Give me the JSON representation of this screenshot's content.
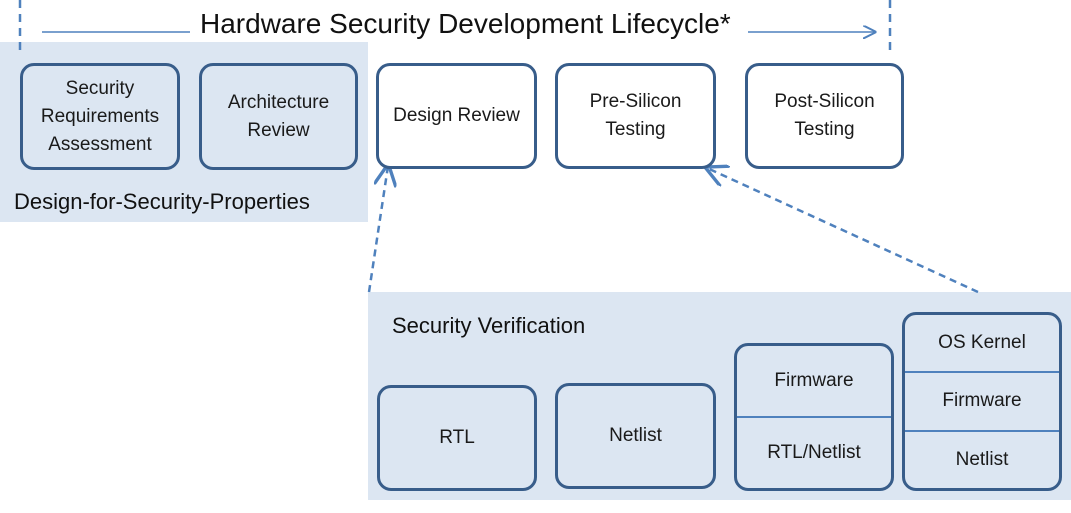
{
  "title": "Hardware Security Development Lifecycle*",
  "group_labels": {
    "design_for_security": "Design-for-Security-Properties",
    "security_verification": "Security Verification"
  },
  "phases": [
    {
      "label": "Security Requirements Assessment"
    },
    {
      "label": "Architecture Review"
    },
    {
      "label": "Design Review"
    },
    {
      "label": "Pre-Silicon Testing"
    },
    {
      "label": "Post-Silicon Testing"
    }
  ],
  "verification_blocks": [
    {
      "layers": [
        "RTL"
      ]
    },
    {
      "layers": [
        "Netlist"
      ]
    },
    {
      "layers": [
        "Firmware",
        "RTL/Netlist"
      ]
    },
    {
      "layers": [
        "OS Kernel",
        "Firmware",
        "Netlist"
      ]
    }
  ],
  "colors": {
    "panel_fill": "#dce6f2",
    "box_border": "#385d8a",
    "arrow": "#4f81bd"
  }
}
